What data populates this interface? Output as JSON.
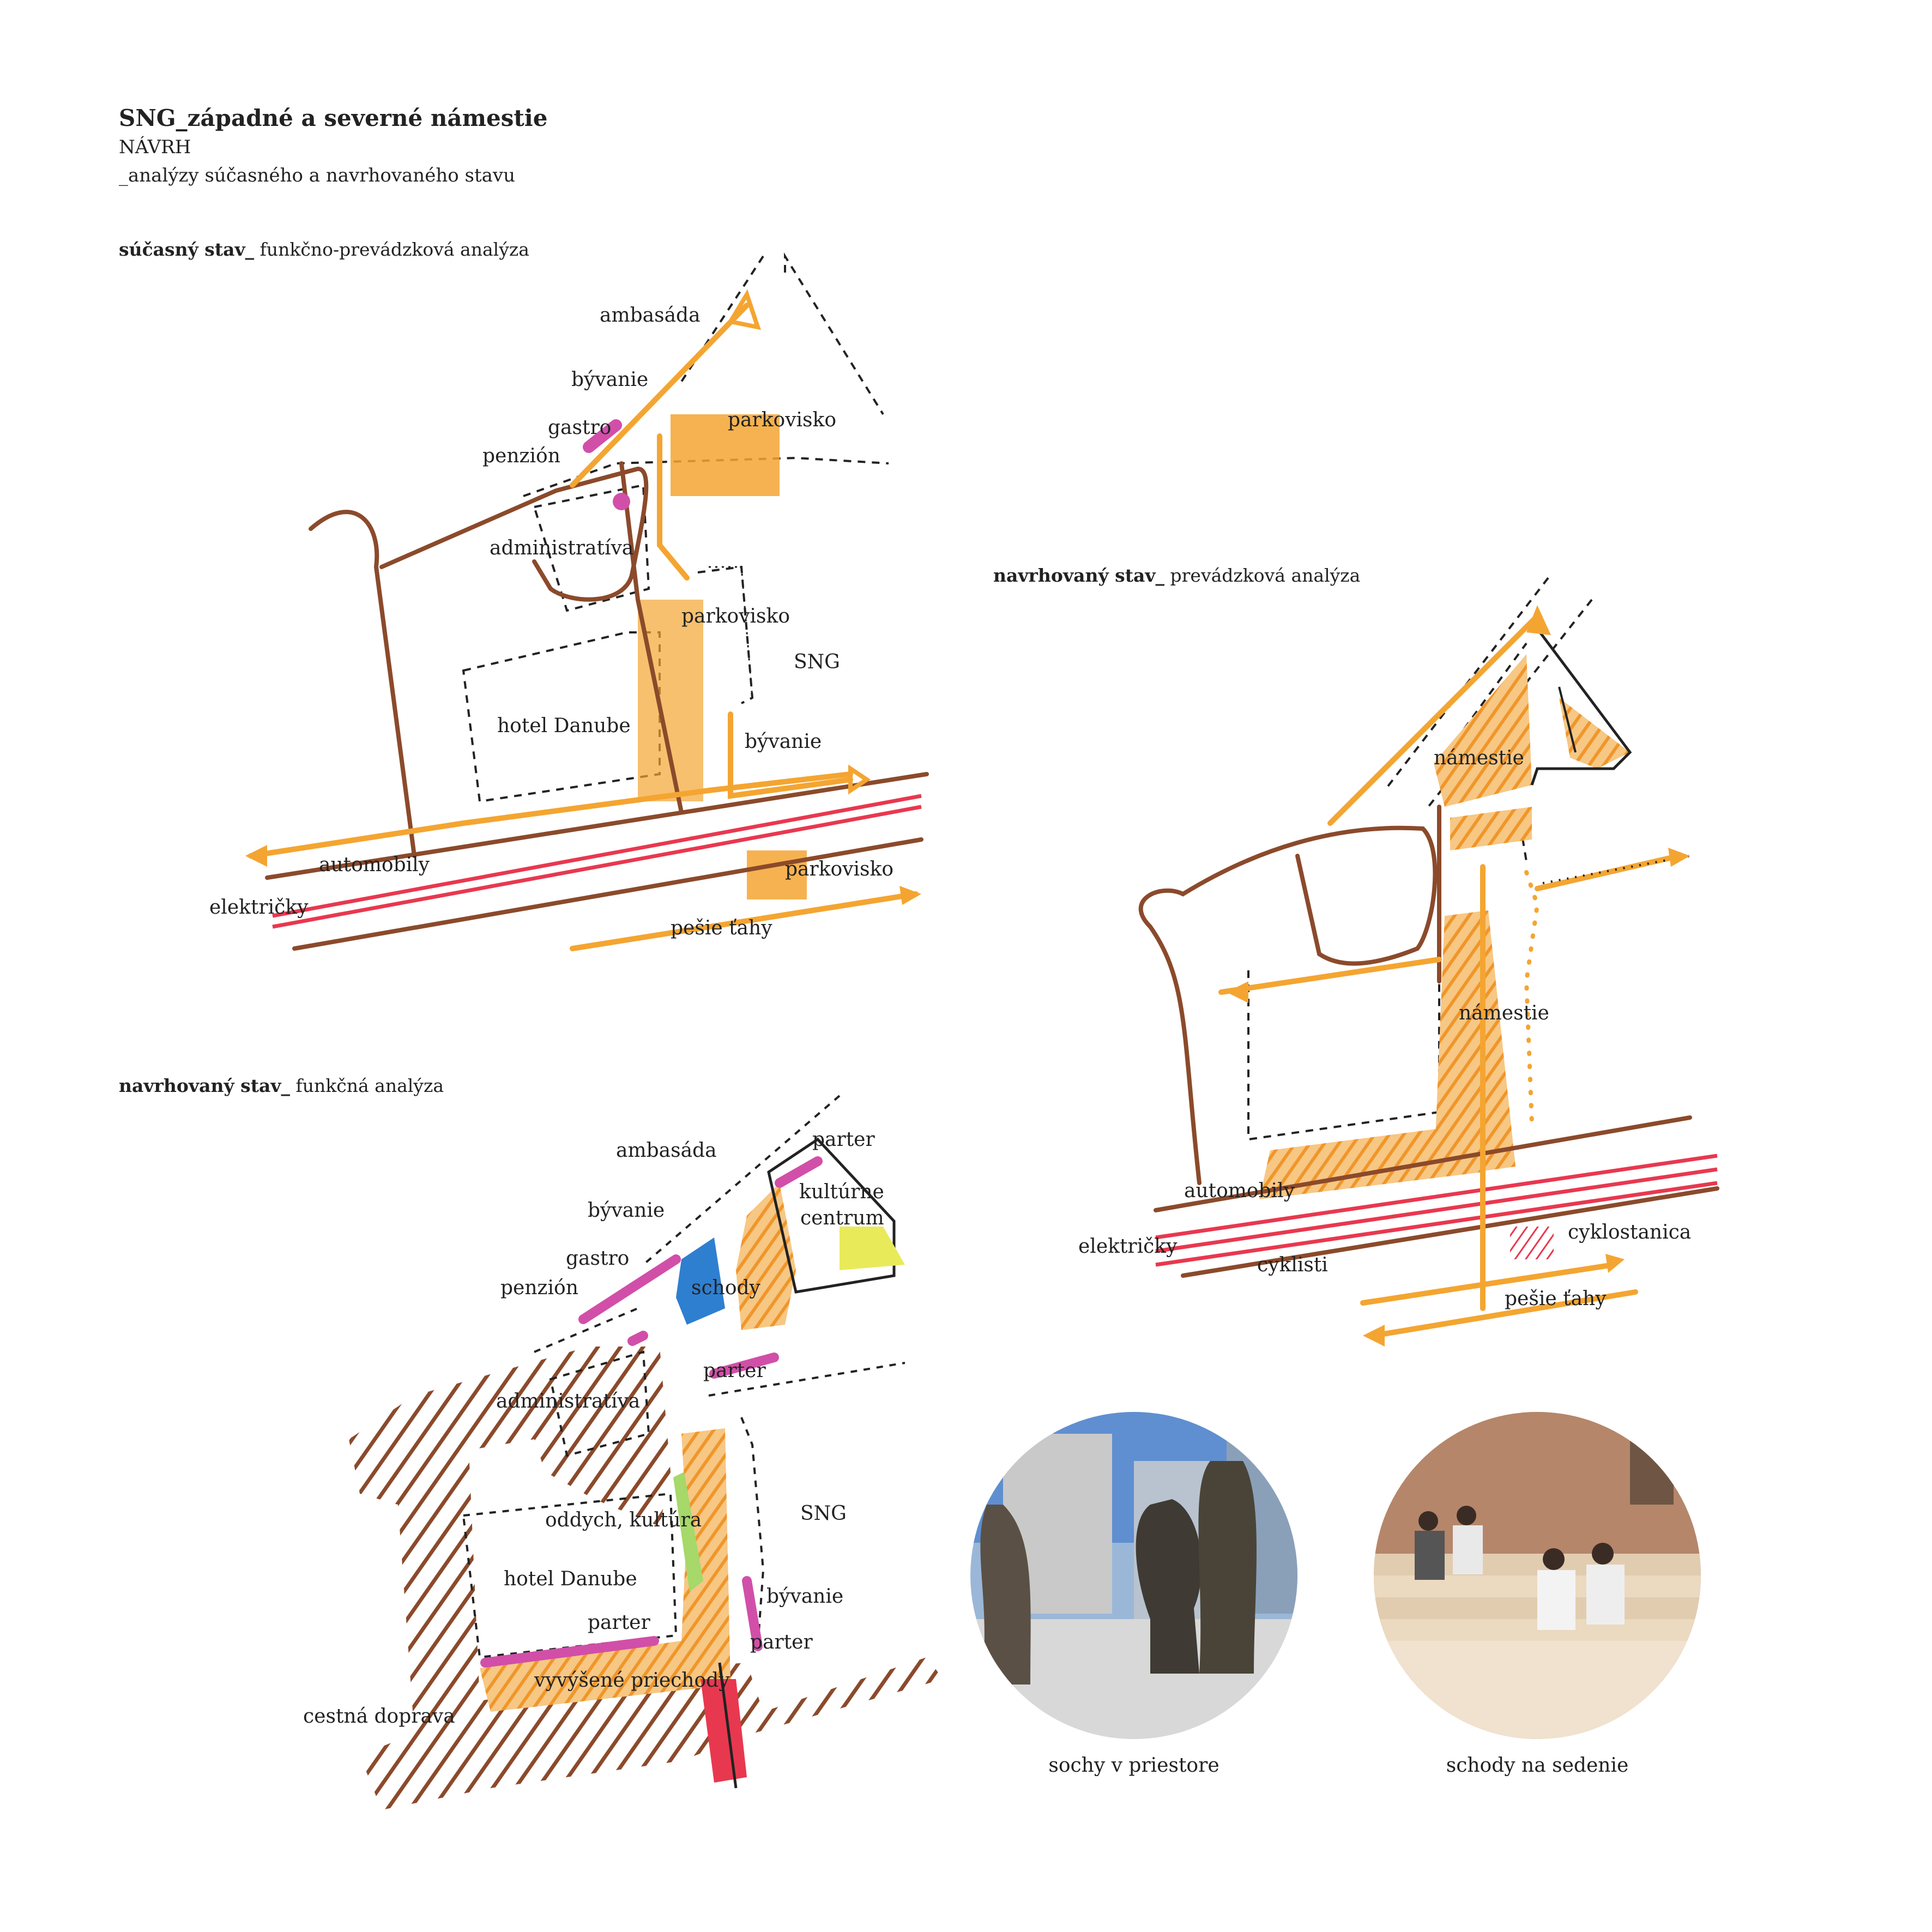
{
  "header": {
    "title": "SNG_západné a severné námestie",
    "subtitle": "NÁVRH",
    "subtitle2": "_analýzy súčasného a  navrhovaného stavu"
  },
  "sections": {
    "current": {
      "bold": "súčasný stav_",
      "rest": " funkčno-prevádzková analýza"
    },
    "proposed_traffic": {
      "bold": "navrhovaný stav_",
      "rest": " prevádzková analýza"
    },
    "proposed_function": {
      "bold": "navrhovaný stav_",
      "rest": " funkčná analýza"
    }
  },
  "current_labels": {
    "ambasada": "ambasáda",
    "byvanie1": "bývanie",
    "gastro": "gastro",
    "penzion": "penzión",
    "parkovisko1": "parkovisko",
    "administrativa": "administratíva",
    "parkovisko2": "parkovisko",
    "sng": "SNG",
    "hotel": "hotel Danube",
    "byvanie2": "bývanie",
    "automobily": "automobily",
    "elektricky": "električky",
    "parkovisko3": "parkovisko",
    "pesie": "pešie ťahy"
  },
  "traffic_labels": {
    "namestie1": "námestie",
    "namestie2": "námestie",
    "automobily": "automobily",
    "elektricky": "električky",
    "cyklistanica": "cyklostanica",
    "cyklisti": "cyklisti",
    "pesie": "pešie ťahy"
  },
  "function_labels": {
    "ambasada": "ambasáda",
    "parter1": "parter",
    "kulturne": "kultúrne",
    "centrum": "centrum",
    "byvanie1": "bývanie",
    "gastro": "gastro",
    "schody": "schody",
    "penzion": "penzión",
    "parter2": "parter",
    "administrativa": "administratíva",
    "sng": "SNG",
    "oddych": "oddych, kultúra",
    "hotel": "hotel Danube",
    "byvanie2": "bývanie",
    "parter3": "parter",
    "parter4": "parter",
    "vyvysene": "vyvýšené priechody",
    "cestna": "cestná doprava"
  },
  "photos": [
    {
      "caption": "sochy v priestore"
    },
    {
      "caption": "schody na sedenie"
    }
  ],
  "colors": {
    "orange": "#f4a531",
    "brown": "#8b4a2b",
    "red": "#e8384f",
    "pink": "#d14fa8",
    "blue": "#2f7fd0",
    "yellow": "#e9ea5a",
    "green": "#a6d86a"
  }
}
